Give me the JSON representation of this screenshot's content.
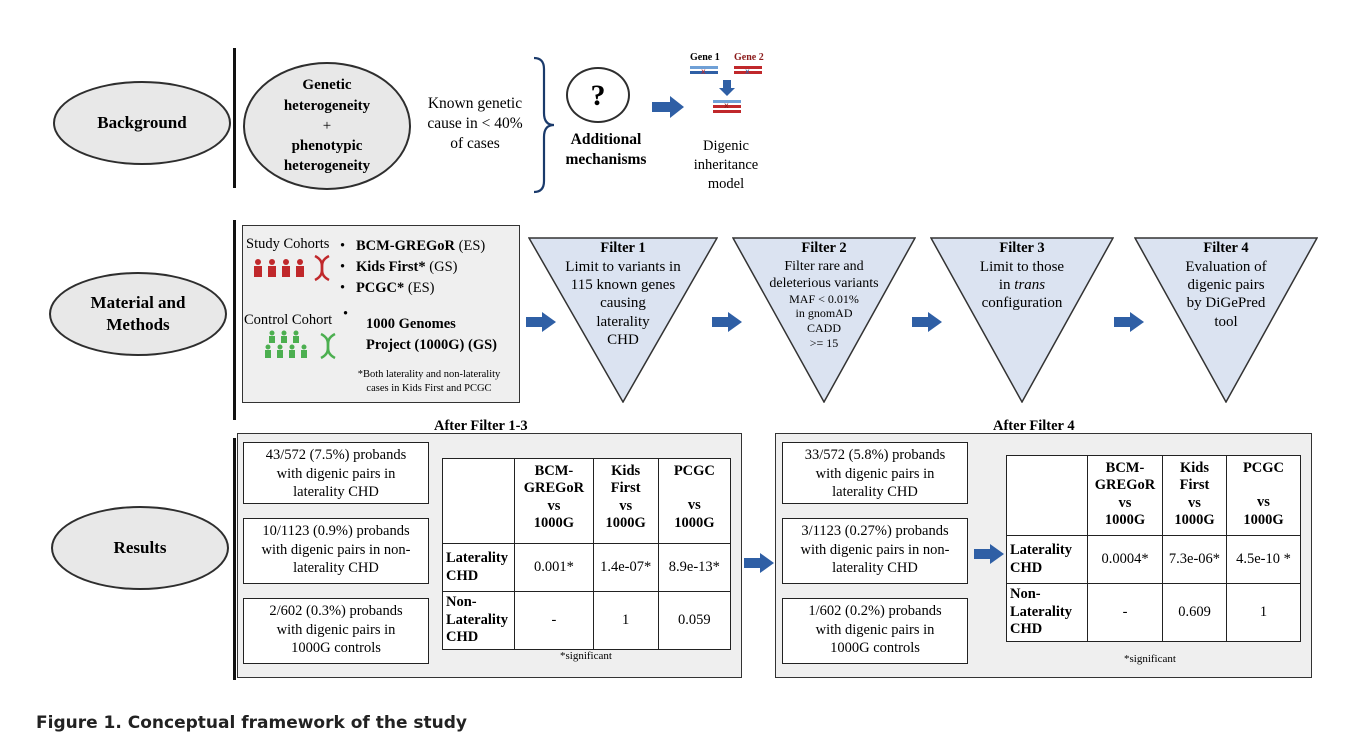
{
  "sections": {
    "background": "Background",
    "methods_line1": "Material and",
    "methods_line2": "Methods",
    "results": "Results"
  },
  "background": {
    "hetero_line1": "Genetic",
    "hetero_line2": "heterogeneity",
    "hetero_plus": "+",
    "hetero_line3": "phenotypic",
    "hetero_line4": "heterogeneity",
    "known_line1": "Known genetic",
    "known_line2": "cause in < 40%",
    "known_line3": "of cases",
    "question": "?",
    "additional_line1": "Additional",
    "additional_line2": "mechanisms",
    "gene1": "Gene 1",
    "gene2": "Gene 2",
    "digenic_line1": "Digenic",
    "digenic_line2": "inheritance",
    "digenic_line3": "model"
  },
  "methods": {
    "study_cohorts": "Study Cohorts",
    "cohort1_bold": "BCM-GREGoR",
    "cohort1_rest": " (ES)",
    "cohort2_bold": "Kids First*",
    "cohort2_rest": " (GS)",
    "cohort3_bold": "PCGC*",
    "cohort3_rest": " (ES)",
    "control_cohort": "Control Cohort",
    "control_line1": "1000 Genomes",
    "control_line2": "Project (1000G) (GS)",
    "footnote_line1": "*Both laterality and non-laterality",
    "footnote_line2": "cases in Kids First and PCGC",
    "filter1_title": "Filter 1",
    "filter1_l1": "Limit to variants in",
    "filter1_l2": "115 known genes",
    "filter1_l3": "causing",
    "filter1_l4": "laterality",
    "filter1_l5": "CHD",
    "filter2_title": "Filter 2",
    "filter2_l1": "Filter rare and",
    "filter2_l2": "deleterious variants",
    "filter2_l3": "MAF < 0.01%",
    "filter2_l4": "in gnomAD",
    "filter2_l5": "CADD",
    "filter2_l6": ">= 15",
    "filter3_title": "Filter 3",
    "filter3_l1": "Limit to those",
    "filter3_l2a": "in ",
    "filter3_l2b": "trans",
    "filter3_l3": "configuration",
    "filter4_title": "Filter 4",
    "filter4_l1": "Evaluation of",
    "filter4_l2": "digenic pairs",
    "filter4_l3": "by DiGePred",
    "filter4_l4": "tool"
  },
  "results": {
    "panel1_title": "After Filter 1-3",
    "panel2_title": "After Filter 4",
    "p1_box1": [
      "43/572 (7.5%) probands",
      "with digenic pairs in",
      "laterality  CHD"
    ],
    "p1_box2": [
      "10/1123 (0.9%) probands",
      "with digenic pairs in non-",
      "laterality  CHD"
    ],
    "p1_box3": [
      "2/602 (0.3%) probands",
      "with digenic pairs in",
      "1000G controls"
    ],
    "p2_box1": [
      "33/572 (5.8%) probands",
      "with digenic pairs in",
      "laterality  CHD"
    ],
    "p2_box2": [
      "3/1123 (0.27%) probands",
      "with digenic pairs in non-",
      "laterality  CHD"
    ],
    "p2_box3": [
      "1/602 (0.2%) probands",
      "with digenic pairs in",
      "1000G controls"
    ],
    "col1": [
      "BCM-",
      "GREGoR",
      "vs",
      "1000G"
    ],
    "col2": [
      "Kids",
      "First",
      "vs",
      "1000G"
    ],
    "col3": [
      "PCGC",
      "",
      "vs",
      "1000G"
    ],
    "row1": [
      "Laterality",
      "CHD"
    ],
    "row2": [
      "Non-",
      "Laterality",
      "CHD"
    ],
    "t1_r1": [
      "0.001*",
      "1.4e-07*",
      "8.9e-13*"
    ],
    "t1_r2": [
      "-",
      "1",
      "0.059"
    ],
    "t2_r1": [
      "0.0004*",
      "7.3e-06*",
      "4.5e-10 *"
    ],
    "t2_r2": [
      "-",
      "0.609",
      "1"
    ],
    "significant": "*significant"
  },
  "caption": "Figure 1.   Conceptual framework of the study",
  "colors": {
    "ellipse_fill": "#e8e8e8",
    "panel_fill": "#efefef",
    "triangle_fill": "#dbe3f1",
    "arrow_blue": "#2f5fa5",
    "people_red": "#c0282b",
    "people_green": "#4caf50"
  }
}
